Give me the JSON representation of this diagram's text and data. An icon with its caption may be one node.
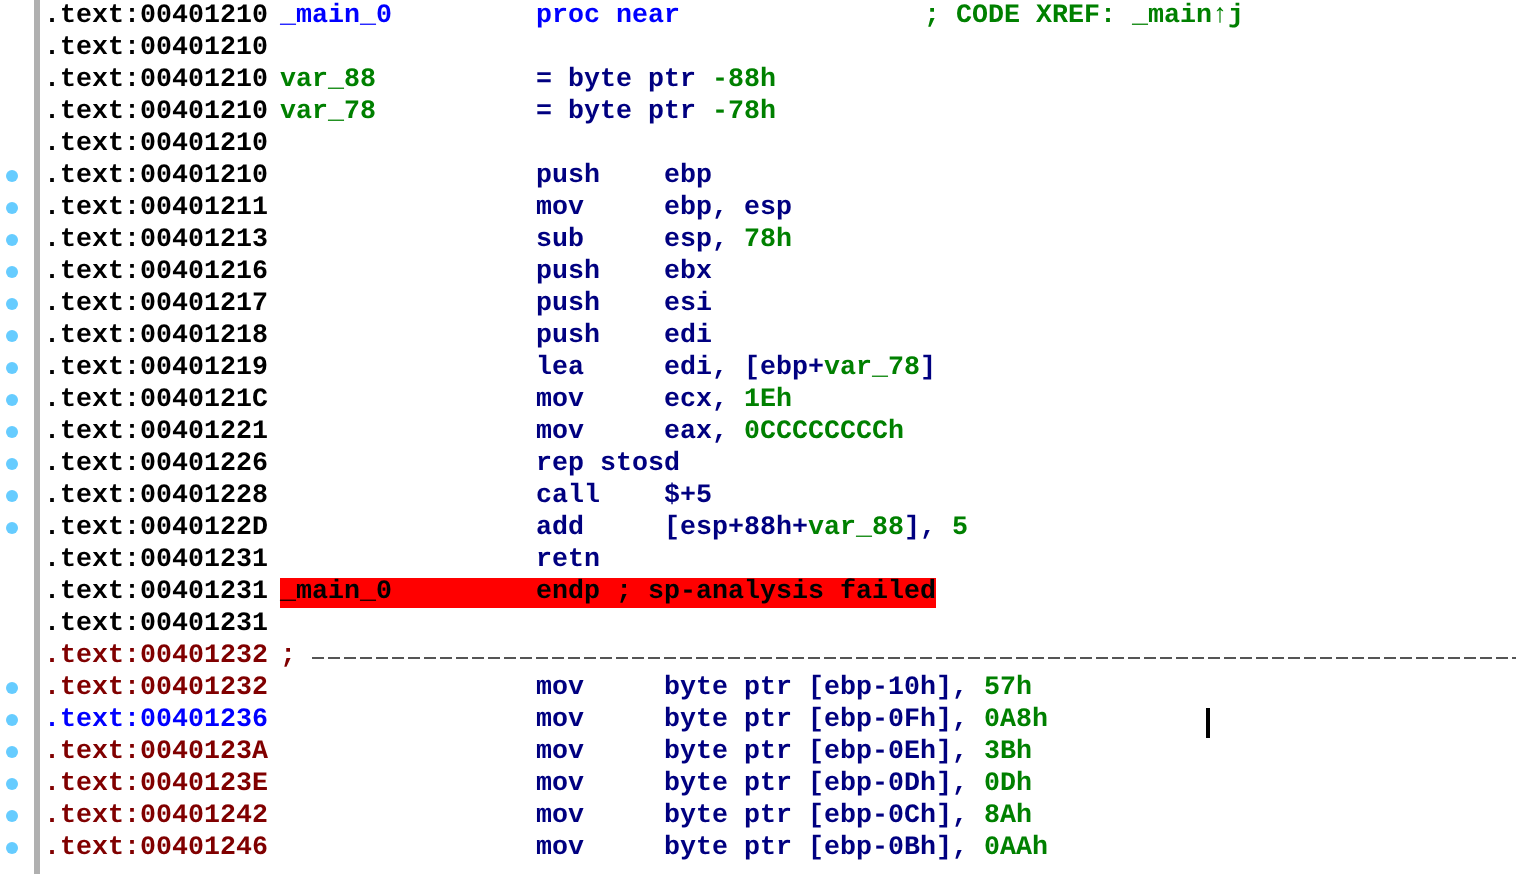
{
  "diagram": {
    "labels": [
      ".text:00401210",
      "_main_0",
      "proc near",
      "; CODE XREF: _main↑j",
      ".text:00401210",
      ".text:00401210",
      "var_88",
      "= byte ptr ",
      "-88h",
      ".text:00401210",
      "var_78",
      "= byte ptr ",
      "-78h",
      ".text:00401210",
      ".text:00401210",
      "push",
      "ebp",
      ".text:00401211",
      "mov",
      "ebp, esp",
      ".text:00401213",
      "sub",
      "esp, ",
      "78h",
      ".text:00401216",
      "push",
      "ebx",
      ".text:00401217",
      "push",
      "esi",
      ".text:00401218",
      "push",
      "edi",
      ".text:00401219",
      "lea",
      "edi, [ebp+",
      "var_78",
      "]",
      ".text:0040121C",
      "mov",
      "ecx, ",
      "1Eh",
      ".text:00401221",
      "mov",
      "eax, ",
      "0CCCCCCCCh",
      ".text:00401226",
      "rep stosd",
      ".text:00401228",
      "call",
      "$+5",
      ".text:0040122D",
      "add",
      "[esp+88h+",
      "var_88",
      "], ",
      "5",
      ".text:00401231",
      "retn",
      ".text:00401231",
      "_main_0",
      "endp ; sp-analysis failed",
      ".text:00401231",
      ".text:00401232",
      ";",
      ".text:00401232",
      "mov",
      "byte ptr [ebp-10h], ",
      "57h",
      ".text:00401236",
      "mov",
      "byte ptr [ebp-0Fh], ",
      "0A8h",
      ".text:0040123A",
      "mov",
      "byte ptr [ebp-0Eh], ",
      "3Bh",
      ".text:0040123E",
      "mov",
      "byte ptr [ebp-0Dh], ",
      "0Dh",
      ".text:00401242",
      "mov",
      "byte ptr [ebp-0Ch], ",
      "8Ah",
      ".text:00401246",
      "mov",
      "byte ptr [ebp-0Bh], ",
      "0AAh"
    ]
  }
}
